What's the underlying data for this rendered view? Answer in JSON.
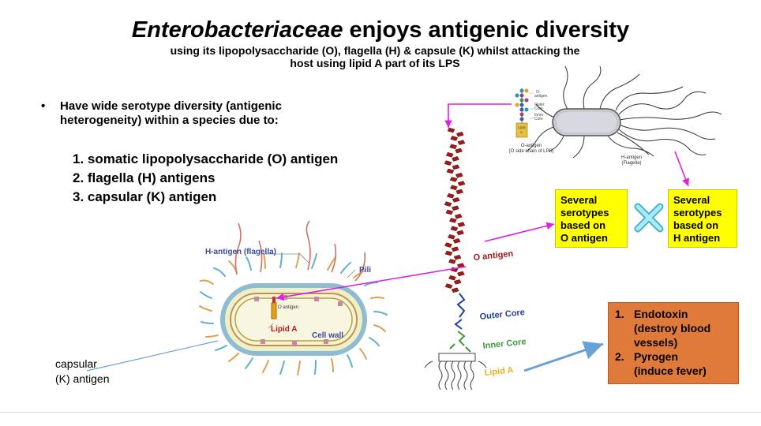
{
  "title": {
    "italic": "Enterobacteriaceae",
    "rest": " enjoys antigenic diversity"
  },
  "subtitle": {
    "line1": "using its lipopolysaccharide (O), flagella (H) & capsule (K) whilst attacking the",
    "line2": "host using lipid A part of its LPS"
  },
  "bullet": {
    "symbol": "•",
    "text": "Have wide serotype diversity (antigenic heterogeneity) within a species due to:"
  },
  "list": [
    "1. somatic lipopolysaccharide (O) antigen",
    "2. flagella (H) antigens",
    "3. capsular (K) antigen"
  ],
  "yellow_left": {
    "l1": "Several",
    "l2": "serotypes",
    "l3": "based on",
    "l4": "O antigen"
  },
  "yellow_right": {
    "l1": "Several",
    "l2": "serotypes",
    "l3": "based on",
    "l4": "H antigen"
  },
  "orange_box": {
    "i1": "1.",
    "t1a": "Endotoxin",
    "t1b": "(destroy blood",
    "t1c": "vessels)",
    "i2": "2.",
    "t2a": "Pyrogen",
    "t2b": "(induce fever)"
  },
  "bacterium_labels": {
    "h_antigen": "H-antigen (flagella)",
    "pili": "Pili",
    "o_antigen": "O antigen",
    "lipid_a": "Lipid A",
    "cell_wall": "Cell wall"
  },
  "capsular_label": {
    "l1": "capsular",
    "l2": "(K) antigen"
  },
  "lps_labels": {
    "o_antigen": "O antigen",
    "outer_core": "Outer Core",
    "inner_core": "Inner Core",
    "lipid_a": "Lipid A"
  },
  "inset_labels": {
    "o": "O-",
    "antigen": "antigen",
    "outer": "Outer",
    "core1": "Core",
    "inner": "Inner",
    "core2": "Core",
    "lipid": "Lipid",
    "a": "A",
    "oa_caption1": "O-antigen",
    "oa_caption2": "(O side chain of LPS)",
    "h_caption1": "H-antigen",
    "h_caption2": "(Flagella)"
  },
  "colors": {
    "magenta": "#e020e0",
    "yellow": "#ffff00",
    "orange": "#e07a3a",
    "blue_arrow": "#6aa0d8",
    "cyan_x": "#8fe0f0",
    "lps_red": "#8b1a1a",
    "outer_core": "#1f3fa0",
    "inner_core": "#3a9a3a",
    "lipid_a": "#e8b020"
  },
  "icons": {
    "cross": "cross-icon"
  }
}
